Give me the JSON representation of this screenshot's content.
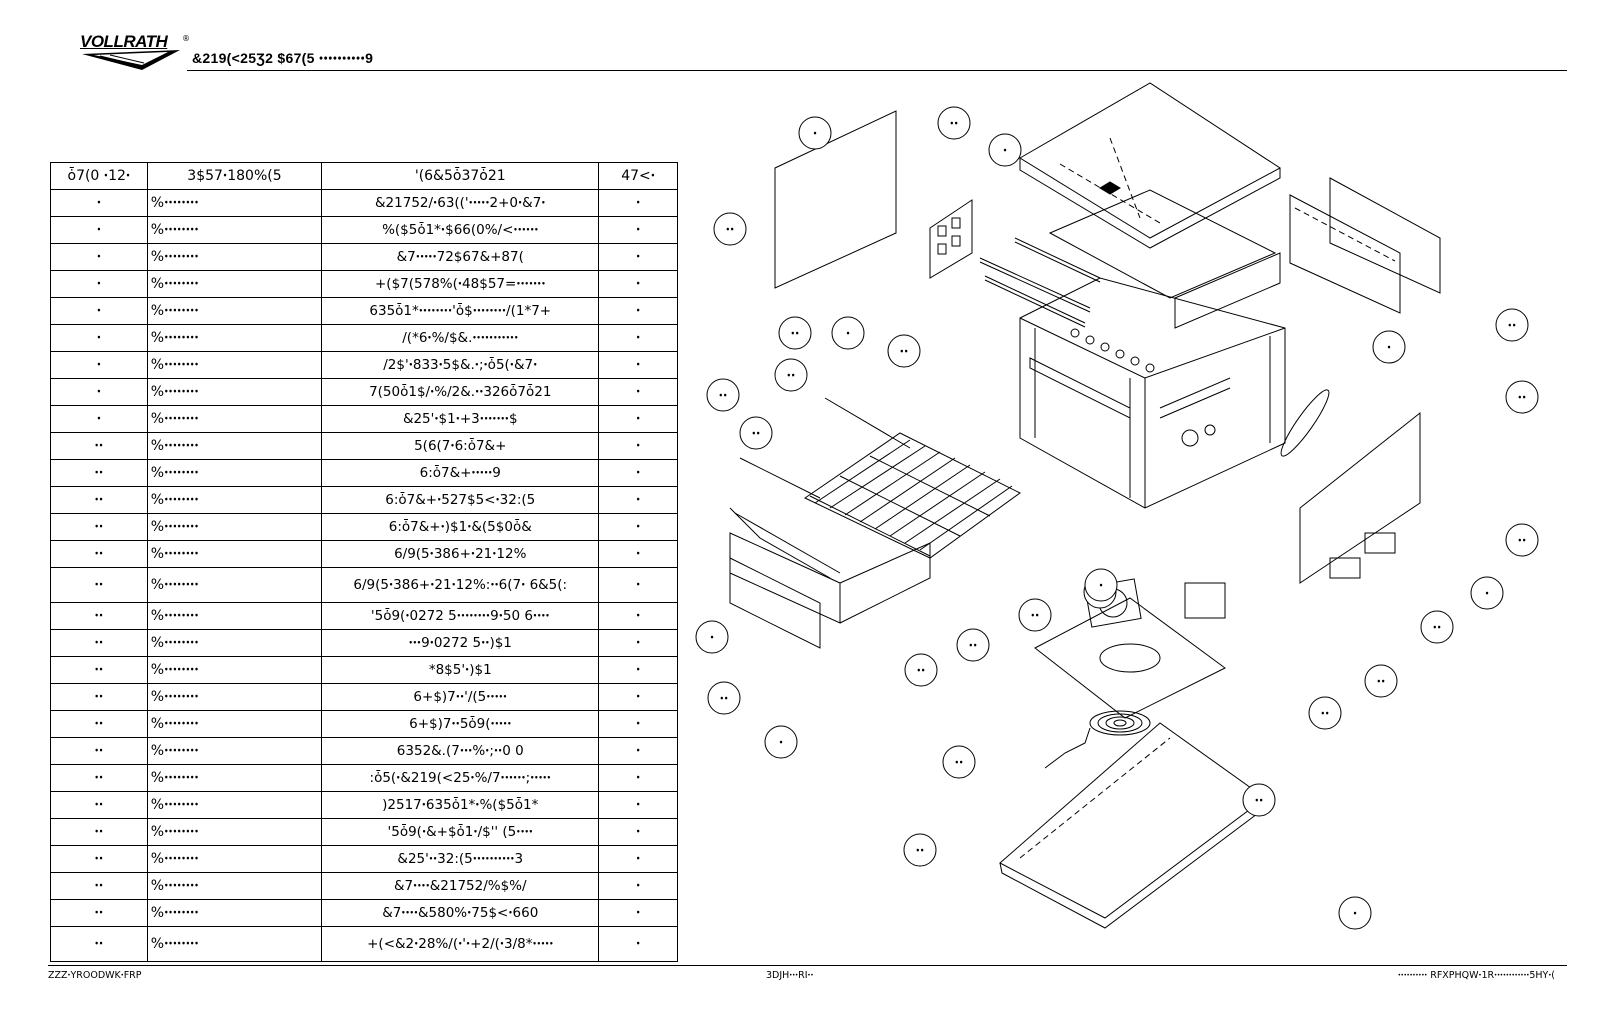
{
  "header": {
    "logo_text": "VOLLRATH",
    "logo_mark": "®",
    "title": "&219(<25Ʒ2 $67(5 ꞏꞏꞏꞏꞏꞏꞏꞏꞏꞏ9"
  },
  "table": {
    "headers": [
      "ȱ7(0 ꞏ12ꞏ",
      "3$57ꞏ180%(5",
      "'(6&5ȱ37ȱ21",
      "47<ꞏ"
    ],
    "rows": [
      {
        "item": "ꞏ",
        "part": "%ꞏꞏꞏꞏꞏꞏꞏꞏ",
        "desc": "&21752/ꞏ63(('ꞏꞏꞏꞏꞏ2+0ꞏ&7ꞏ",
        "qty": "ꞏ"
      },
      {
        "item": "ꞏ",
        "part": "%ꞏꞏꞏꞏꞏꞏꞏꞏ",
        "desc": "%($5ȱ1*ꞏ$66(0%/<ꞏꞏꞏꞏꞏꞏ",
        "qty": "ꞏ"
      },
      {
        "item": "ꞏ",
        "part": "%ꞏꞏꞏꞏꞏꞏꞏꞏ",
        "desc": "&7ꞏꞏꞏꞏꞏ72$67&+87(",
        "qty": "ꞏ"
      },
      {
        "item": "ꞏ",
        "part": "%ꞏꞏꞏꞏꞏꞏꞏꞏ",
        "desc": "+($7(578%(ꞏ48$57=ꞏꞏꞏꞏꞏꞏꞏ",
        "qty": "ꞏ"
      },
      {
        "item": "ꞏ",
        "part": "%ꞏꞏꞏꞏꞏꞏꞏꞏ",
        "desc": "635ȱ1*ꞏꞏꞏꞏꞏꞏꞏꞏ'ȱ$ꞏꞏꞏꞏꞏꞏꞏꞏ/(1*7+",
        "qty": "ꞏ"
      },
      {
        "item": "ꞏ",
        "part": "%ꞏꞏꞏꞏꞏꞏꞏꞏ",
        "desc": "/(*6ꞏ%/$&.ꞏꞏꞏꞏꞏꞏꞏꞏꞏꞏꞏ",
        "qty": "ꞏ"
      },
      {
        "item": "ꞏ",
        "part": "%ꞏꞏꞏꞏꞏꞏꞏꞏ",
        "desc": "/2$'ꞏ833ꞏ5$&.ꞏ;ꞏȱ5(ꞏ&7ꞏ",
        "qty": "ꞏ"
      },
      {
        "item": "ꞏ",
        "part": "%ꞏꞏꞏꞏꞏꞏꞏꞏ",
        "desc": "7(50ȱ1$/ꞏ%/2&.ꞏꞏ326ȱ7ȱ21",
        "qty": "ꞏ"
      },
      {
        "item": "ꞏ",
        "part": "%ꞏꞏꞏꞏꞏꞏꞏꞏ",
        "desc": "&25'ꞏ$1ꞏ+3ꞏꞏꞏꞏꞏꞏꞏ$",
        "qty": "ꞏ"
      },
      {
        "item": "ꞏꞏ",
        "part": "%ꞏꞏꞏꞏꞏꞏꞏꞏ",
        "desc": "5(6(7ꞏ6:ȱ7&+",
        "qty": "ꞏ"
      },
      {
        "item": "ꞏꞏ",
        "part": "%ꞏꞏꞏꞏꞏꞏꞏꞏ",
        "desc": "6:ȱ7&+ꞏꞏꞏꞏꞏ9",
        "qty": "ꞏ"
      },
      {
        "item": "ꞏꞏ",
        "part": "%ꞏꞏꞏꞏꞏꞏꞏꞏ",
        "desc": "6:ȱ7&+ꞏ527$5<ꞏ32:(5",
        "qty": "ꞏ"
      },
      {
        "item": "ꞏꞏ",
        "part": "%ꞏꞏꞏꞏꞏꞏꞏꞏ",
        "desc": "6:ȱ7&+ꞏ)$1ꞏ&(5$0ȱ&",
        "qty": "ꞏ"
      },
      {
        "item": "ꞏꞏ",
        "part": "%ꞏꞏꞏꞏꞏꞏꞏꞏ",
        "desc": "6/9(5ꞏ386+ꞏ21ꞏ12%",
        "qty": "ꞏ"
      },
      {
        "item": "ꞏꞏ",
        "part": "%ꞏꞏꞏꞏꞏꞏꞏꞏ",
        "desc": "6/9(5ꞏ386+ꞏ21ꞏ12%:ꞏꞏ6(7ꞏ 6&5(:",
        "qty": "ꞏ",
        "tall": true
      },
      {
        "item": "ꞏꞏ",
        "part": "%ꞏꞏꞏꞏꞏꞏꞏꞏ",
        "desc": "'5ȱ9(ꞏ0272 5ꞏꞏꞏꞏꞏꞏꞏꞏ9ꞏ50 6ꞏꞏꞏꞏ",
        "qty": "ꞏ"
      },
      {
        "item": "ꞏꞏ",
        "part": "%ꞏꞏꞏꞏꞏꞏꞏꞏ",
        "desc": "ꞏꞏꞏ9ꞏ0272 5ꞏꞏ)$1",
        "qty": "ꞏ"
      },
      {
        "item": "ꞏꞏ",
        "part": "%ꞏꞏꞏꞏꞏꞏꞏꞏ",
        "desc": "*8$5'ꞏ)$1",
        "qty": "ꞏ"
      },
      {
        "item": "ꞏꞏ",
        "part": "%ꞏꞏꞏꞏꞏꞏꞏꞏ",
        "desc": "6+$)7ꞏꞏ'/(5ꞏꞏꞏꞏꞏ",
        "qty": "ꞏ"
      },
      {
        "item": "ꞏꞏ",
        "part": "%ꞏꞏꞏꞏꞏꞏꞏꞏ",
        "desc": "6+$)7ꞏꞏ5ȱ9(ꞏꞏꞏꞏꞏ",
        "qty": "ꞏ"
      },
      {
        "item": "ꞏꞏ",
        "part": "%ꞏꞏꞏꞏꞏꞏꞏꞏ",
        "desc": "6352&.(7ꞏꞏꞏ%ꞏ;ꞏꞏ0 0",
        "qty": "ꞏ"
      },
      {
        "item": "ꞏꞏ",
        "part": "%ꞏꞏꞏꞏꞏꞏꞏꞏ",
        "desc": ":ȱ5(ꞏ&219(<25ꞏ%/7ꞏꞏꞏꞏꞏꞏ;ꞏꞏꞏꞏꞏ",
        "qty": "ꞏ"
      },
      {
        "item": "ꞏꞏ",
        "part": "%ꞏꞏꞏꞏꞏꞏꞏꞏ",
        "desc": ")2517ꞏ635ȱ1*ꞏ%($5ȱ1*",
        "qty": "ꞏ"
      },
      {
        "item": "ꞏꞏ",
        "part": "%ꞏꞏꞏꞏꞏꞏꞏꞏ",
        "desc": "'5ȱ9(ꞏ&+$ȱ1ꞏ/$'' (5ꞏꞏꞏꞏ",
        "qty": "ꞏ"
      },
      {
        "item": "ꞏꞏ",
        "part": "%ꞏꞏꞏꞏꞏꞏꞏꞏ",
        "desc": "&25'ꞏꞏ32:(5ꞏꞏꞏꞏꞏꞏꞏꞏꞏꞏ3",
        "qty": "ꞏ"
      },
      {
        "item": "ꞏꞏ",
        "part": "%ꞏꞏꞏꞏꞏꞏꞏꞏ",
        "desc": "&7ꞏꞏꞏꞏ&21752/%$%/",
        "qty": "ꞏ"
      },
      {
        "item": "ꞏꞏ",
        "part": "%ꞏꞏꞏꞏꞏꞏꞏꞏ",
        "desc": "&7ꞏꞏꞏꞏ&580%ꞏ75$<ꞏ660",
        "qty": "ꞏ"
      },
      {
        "item": "ꞏꞏ",
        "part": "%ꞏꞏꞏꞏꞏꞏꞏꞏ",
        "desc": "+(<&2ꞏ28%/(ꞏ'ꞏ+2/(ꞏ3/8*ꞏꞏꞏꞏꞏ",
        "qty": "ꞏ",
        "tall": true
      }
    ]
  },
  "diagram": {
    "callouts": [
      "ꞏ",
      "ꞏꞏ",
      "ꞏ",
      "ꞏꞏ",
      "ꞏꞏ",
      "ꞏ",
      "ꞏꞏ",
      "ꞏꞏ",
      "ꞏꞏ",
      "ꞏꞏ",
      "ꞏꞏ",
      "ꞏ",
      "ꞏꞏ",
      "ꞏꞏ",
      "ꞏ",
      "ꞏꞏ",
      "ꞏꞏ",
      "ꞏꞏ",
      "ꞏꞏ",
      "ꞏꞏ",
      "ꞏꞏ",
      "ꞏ",
      "ꞏꞏ",
      "ꞏ",
      "ꞏꞏ",
      "ꞏꞏ",
      "ꞏꞏ",
      "ꞏꞏ",
      "ꞏ",
      "ꞏ"
    ]
  },
  "footer": {
    "left": "ZZZꞏYROODWKꞏFRP",
    "center": "3DJHꞏꞏꞏRIꞏꞏ",
    "right": "ꞏꞏꞏꞏꞏꞏꞏꞏꞏꞏ RFXPHQWꞏ1Rꞏꞏꞏꞏꞏꞏꞏꞏꞏꞏꞏꞏ5HYꞏ("
  }
}
